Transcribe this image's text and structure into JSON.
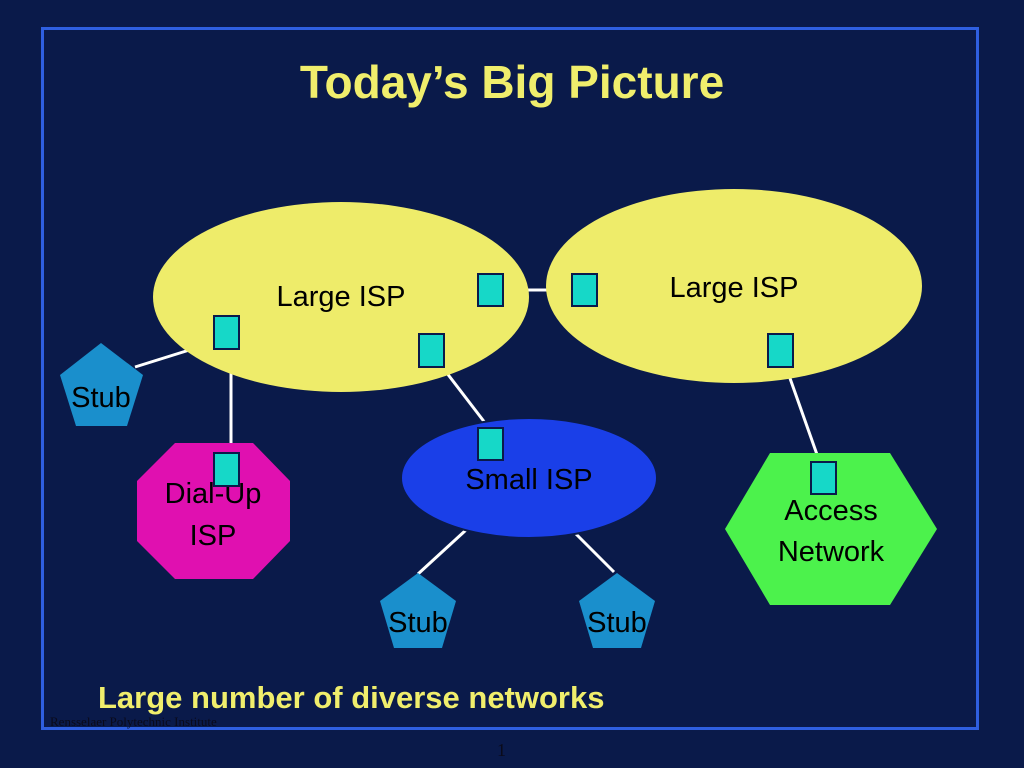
{
  "slide": {
    "title": "Today’s Big Picture",
    "caption": "Large number of diverse networks",
    "footer": "Rensselaer Polytechnic Institute",
    "page_number": "1"
  },
  "nodes": {
    "large_isp_left": "Large ISP",
    "large_isp_right": "Large ISP",
    "small_isp": "Small ISP",
    "stub_left": "Stub",
    "stub_bottom_left": "Stub",
    "stub_bottom_right": "Stub",
    "dialup_line1": "Dial-Up",
    "dialup_line2": "ISP",
    "access_line1": "Access",
    "access_line2": "Network"
  },
  "colors": {
    "background": "#0a1a4a",
    "title_text": "#f0ee6c",
    "large_isp": "#eeec6a",
    "small_isp": "#1a3fe8",
    "stub": "#1a8fcc",
    "dialup_isp": "#e010b0",
    "access_network": "#4cf24c",
    "router": "#16d8c8",
    "link": "#ffffff"
  }
}
